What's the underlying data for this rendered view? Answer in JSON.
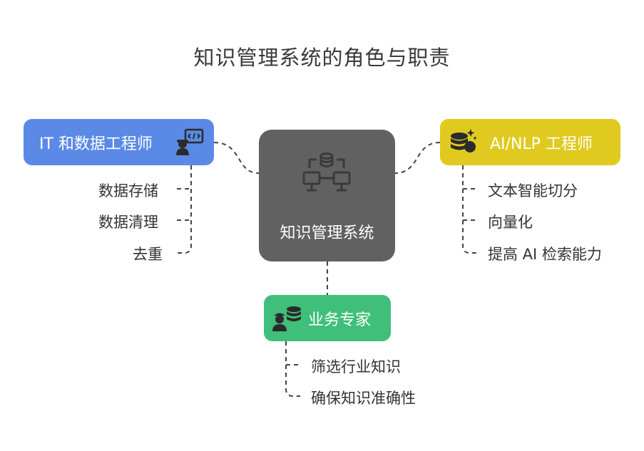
{
  "title": "知识管理系统的角色与职责",
  "center": {
    "label": "知识管理系统"
  },
  "roles": {
    "it": {
      "label": "IT 和数据工程师",
      "color": "#5b8ae6",
      "icon": "code-engineer-icon",
      "tasks": [
        "数据存储",
        "数据清理",
        "去重"
      ]
    },
    "ai": {
      "label": "AI/NLP 工程师",
      "color": "#e0ca1f",
      "icon": "database-sparkle-icon",
      "tasks": [
        "文本智能切分",
        "向量化",
        "提高 AI 检索能力"
      ]
    },
    "biz": {
      "label": "业务专家",
      "color": "#3fbf7a",
      "icon": "expert-database-icon",
      "tasks": [
        "筛选行业知识",
        "确保知识准确性"
      ]
    }
  },
  "colors": {
    "center": "#616161",
    "connector": "#444444"
  }
}
